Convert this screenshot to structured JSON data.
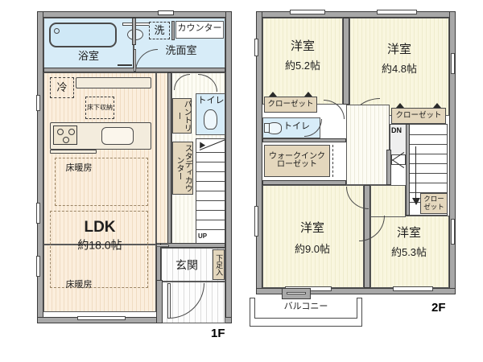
{
  "plan": {
    "title_1f": "1F",
    "title_2f": "2F"
  },
  "floor1": {
    "id_label": "1F",
    "rooms": [
      {
        "key": "bath",
        "label": "浴室"
      },
      {
        "key": "washroom",
        "label": "洗面室"
      },
      {
        "key": "ldk",
        "label": "LDK",
        "area": "約18.0帖"
      },
      {
        "key": "entrance",
        "label": "玄関"
      },
      {
        "key": "toilet",
        "label": "トイレ"
      }
    ],
    "labels": {
      "bath": "浴室",
      "washroom": "洗面室",
      "washer": "洗",
      "counter": "カウンター",
      "fridge": "冷",
      "under_floor_storage": "床下収納",
      "floor_heating_a": "床暖房",
      "floor_heating_b": "床暖房",
      "ldk": "LDK",
      "ldk_area": "約18.0帖",
      "pantry": "パントリー",
      "toilet": "トイレ",
      "study_counter": "スタディカウンター",
      "entrance": "玄関",
      "shoe_cabinet": "下足入",
      "stairs_up": "UP"
    }
  },
  "floor2": {
    "id_label": "2F",
    "labels": {
      "room_tl": "洋室",
      "room_tl_area": "約5.2帖",
      "room_tr": "洋室",
      "room_tr_area": "約4.8帖",
      "room_bl": "洋室",
      "room_bl_area": "約9.0帖",
      "room_br": "洋室",
      "room_br_area": "約5.3帖",
      "closet_tl": "クローゼット",
      "closet_tr": "クローゼット",
      "closet_br": "クローゼット",
      "closet_br2": "クローゼット",
      "walk_in_closet": "ウォークインクローゼット",
      "toilet": "トイレ",
      "stairs_down": "DN",
      "balcony": "バルコニー"
    }
  },
  "colors": {
    "wall": "#a8a8a8",
    "wall_outline": "#3c3c3c",
    "wood_floor": "#f9f6df",
    "ldk_floor": "#fbeedd",
    "water_room": "#d7ecf8",
    "closet_fill": "#e4d7bd",
    "text": "#1a1a1a"
  }
}
